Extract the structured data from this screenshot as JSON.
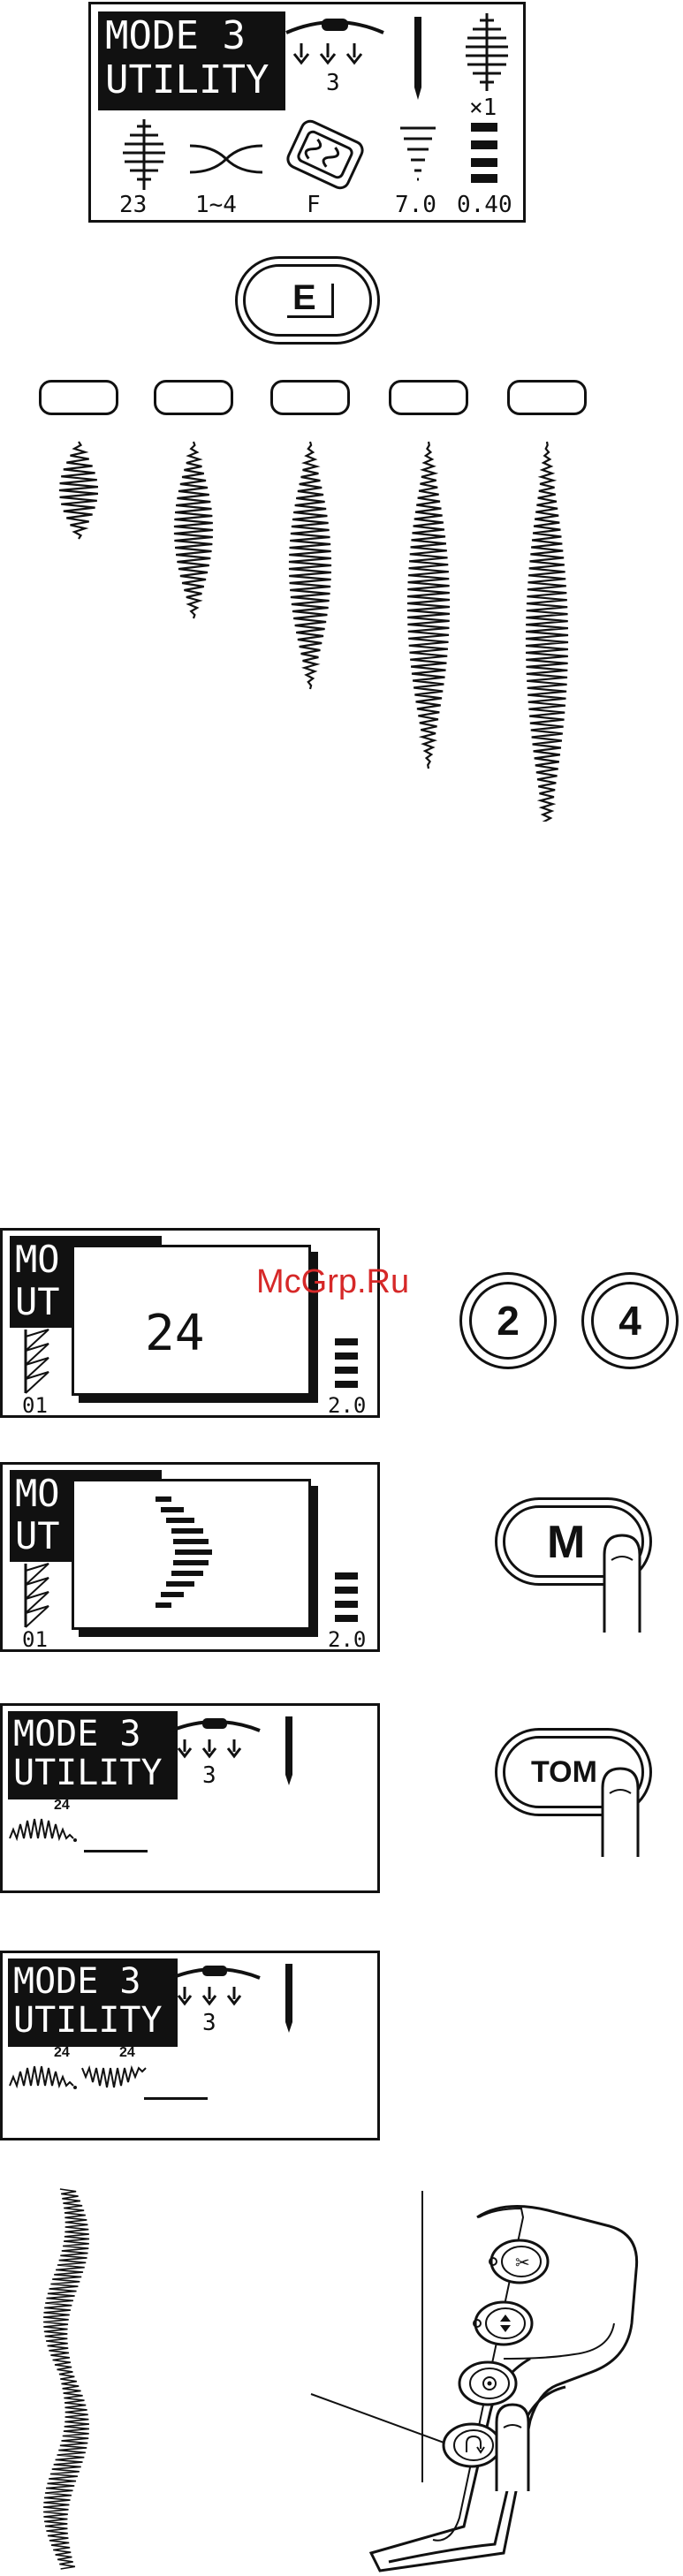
{
  "panel1": {
    "mode_line1": "MODE 3",
    "mode_line2": "UTILITY",
    "pressure_value": "3",
    "multiplier": "×1",
    "pattern_number": "23",
    "tension_range": "1~4",
    "foot_letter": "F",
    "width_value": "7.0",
    "length_value": "0.40"
  },
  "elongation_button": {
    "label": "E"
  },
  "panel2": {
    "mode_line1_partial": "MO",
    "mode_line2_partial": "UT",
    "popup_number": "24",
    "bottom_left": "01",
    "bottom_right": "2.0"
  },
  "digit_buttons": [
    "2",
    "4"
  ],
  "panel3": {
    "mode_line1_partial": "MO",
    "mode_line2_partial": "UT",
    "bottom_left": "01",
    "bottom_right": "2.0"
  },
  "memory_button": {
    "label": "M"
  },
  "panel4": {
    "mode_line1": "MODE 3",
    "mode_line2": "UTILITY",
    "pressure_value": "3",
    "stitch_label": "24"
  },
  "tom_button": {
    "label": "TOM"
  },
  "panel5": {
    "mode_line1": "MODE 3",
    "mode_line2": "UTILITY",
    "pressure_value": "3",
    "stitch_label_1": "24",
    "stitch_label_2": "24"
  },
  "watermark": "McGrp.Ru"
}
